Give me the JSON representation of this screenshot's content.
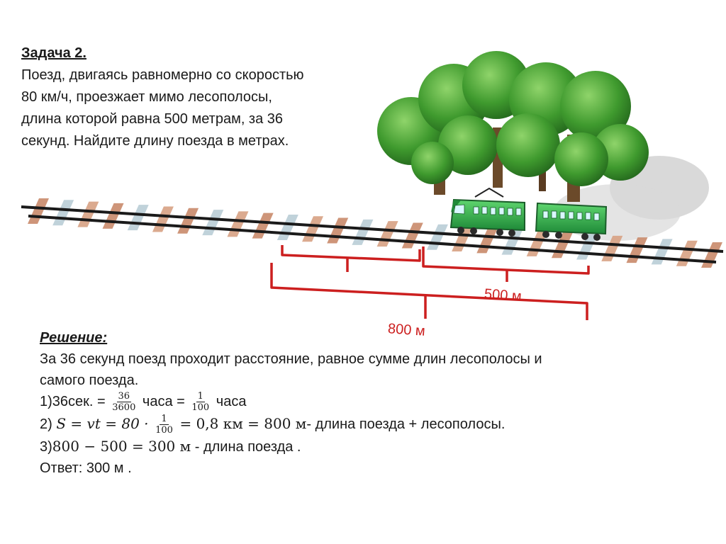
{
  "problem": {
    "title": "Задача 2.",
    "lines": [
      "Поезд, двигаясь равномерно со скоростью",
      "80 км/ч, проезжает мимо лесополосы,",
      "длина которой равна 500 метрам, за 36",
      "секунд. Найдите длину поезда в метрах."
    ]
  },
  "figure": {
    "label_500": "500 м",
    "label_800": "800 м",
    "bracket_color": "#cc1f1f",
    "train_color": "#2ea84a",
    "tree_color": "#3f9a2e"
  },
  "solution": {
    "title": "Решение:",
    "intro_1": "За 36 секунд поезд проходит расстояние, равное сумме длин лесополосы и",
    "intro_2": "самого поезда.",
    "step1": {
      "prefix": "1)36сек. =",
      "frac1_num": "36",
      "frac1_den": "3600",
      "mid": "часа =",
      "frac2_num": "1",
      "frac2_den": "100",
      "suffix": "часа"
    },
    "step2": {
      "prefix": "2)",
      "formula": "S = vt = 80 ·",
      "frac_num": "1",
      "frac_den": "100",
      "result": "= 0,8 км = 800 м",
      "text": "- длина поезда +  лесополосы."
    },
    "step3": {
      "prefix": "3)",
      "formula": "800 − 500 = 300 м",
      "text": "- длина поезда ."
    },
    "answer": "Ответ: 300 м ."
  }
}
